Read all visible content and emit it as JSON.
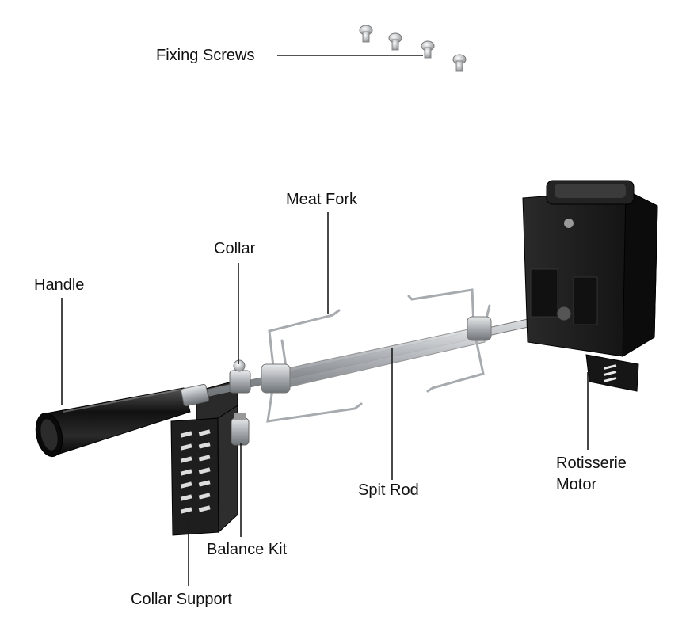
{
  "labels": {
    "fixing_screws": "Fixing Screws",
    "meat_fork": "Meat Fork",
    "collar": "Collar",
    "handle": "Handle",
    "rotisserie_motor_line1": "Rotisserie",
    "rotisserie_motor_line2": "Motor",
    "spit_rod": "Spit Rod",
    "balance_kit": "Balance Kit",
    "collar_support": "Collar Support"
  },
  "colors": {
    "label_text": "#111111",
    "leader_line": "#1a1a1a",
    "motor_body": "#1b1b1b",
    "steel": "#b8bcc0",
    "handle": "#141414"
  }
}
